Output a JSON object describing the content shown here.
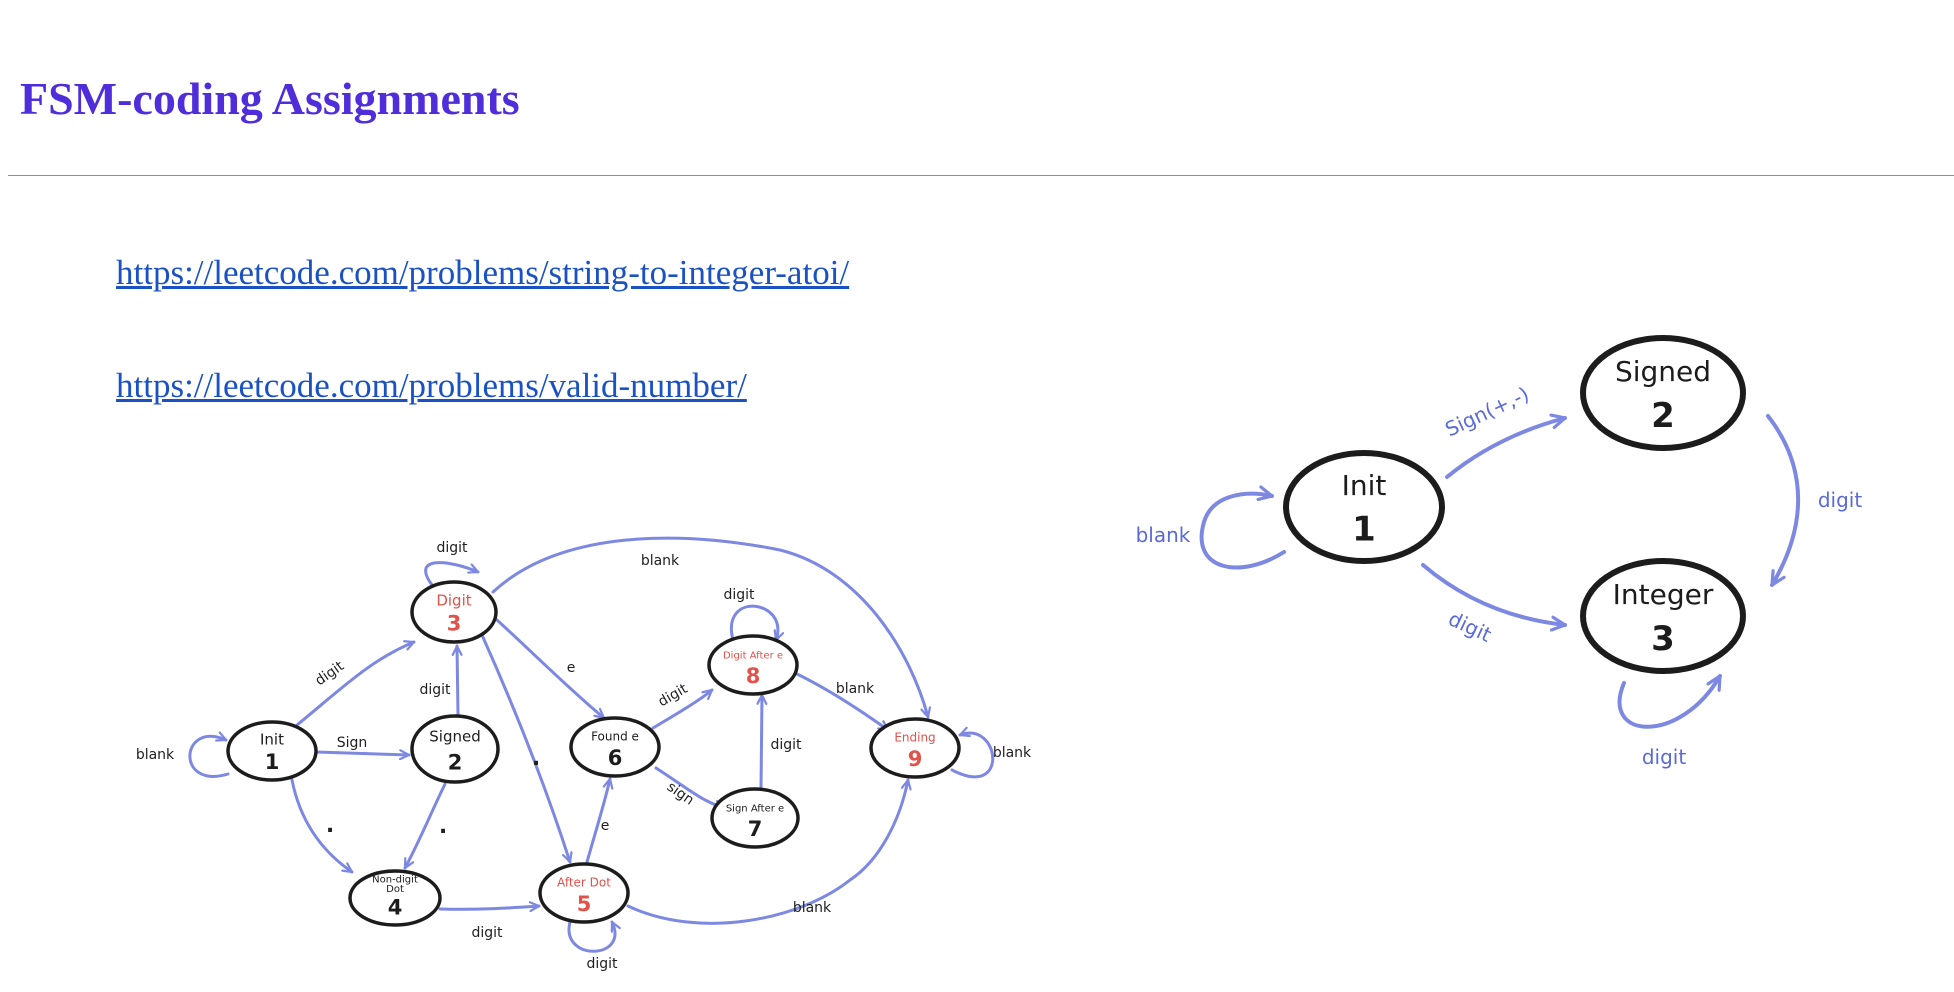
{
  "page": {
    "title": "FSM-coding Assignments",
    "links": [
      "https://leetcode.com/problems/string-to-integer-atoi/",
      "https://leetcode.com/problems/valid-number/"
    ]
  },
  "colors": {
    "title": "#4f2ddb",
    "link": "#1a52c4",
    "edge": "#7c88e2",
    "accent_state": "#e0524a",
    "node_stroke": "#1c1c1c"
  },
  "valid_number_fsm": {
    "states": [
      {
        "id": "1",
        "name": "Init",
        "number": "1",
        "accent": false
      },
      {
        "id": "2",
        "name": "Signed",
        "number": "2",
        "accent": false
      },
      {
        "id": "3",
        "name": "Digit",
        "number": "3",
        "accent": true
      },
      {
        "id": "4",
        "name": "Non-digit Dot",
        "number": "4",
        "accent": false
      },
      {
        "id": "5",
        "name": "After Dot",
        "number": "5",
        "accent": true
      },
      {
        "id": "6",
        "name": "Found e",
        "number": "6",
        "accent": false
      },
      {
        "id": "7",
        "name": "Sign After e",
        "number": "7",
        "accent": false
      },
      {
        "id": "8",
        "name": "Digit After e",
        "number": "8",
        "accent": true
      },
      {
        "id": "9",
        "name": "Ending",
        "number": "9",
        "accent": true
      }
    ],
    "transitions": [
      {
        "from": "1",
        "to": "1",
        "label": "blank"
      },
      {
        "from": "1",
        "to": "2",
        "label": "Sign"
      },
      {
        "from": "1",
        "to": "3",
        "label": "digit"
      },
      {
        "from": "1",
        "to": "4",
        "label": "."
      },
      {
        "from": "2",
        "to": "3",
        "label": "digit"
      },
      {
        "from": "2",
        "to": "4",
        "label": "."
      },
      {
        "from": "3",
        "to": "3",
        "label": "digit"
      },
      {
        "from": "3",
        "to": "5",
        "label": "."
      },
      {
        "from": "3",
        "to": "6",
        "label": "e"
      },
      {
        "from": "3",
        "to": "9",
        "label": "blank"
      },
      {
        "from": "4",
        "to": "5",
        "label": "digit"
      },
      {
        "from": "5",
        "to": "5",
        "label": "digit"
      },
      {
        "from": "5",
        "to": "6",
        "label": "e"
      },
      {
        "from": "5",
        "to": "9",
        "label": "blank"
      },
      {
        "from": "6",
        "to": "7",
        "label": "sign"
      },
      {
        "from": "6",
        "to": "8",
        "label": "digit"
      },
      {
        "from": "7",
        "to": "8",
        "label": "digit"
      },
      {
        "from": "8",
        "to": "8",
        "label": "digit"
      },
      {
        "from": "8",
        "to": "9",
        "label": "blank"
      },
      {
        "from": "9",
        "to": "9",
        "label": "blank"
      }
    ]
  },
  "atoi_fsm": {
    "states": [
      {
        "id": "1",
        "name": "Init",
        "number": "1"
      },
      {
        "id": "2",
        "name": "Signed",
        "number": "2"
      },
      {
        "id": "3",
        "name": "Integer",
        "number": "3"
      }
    ],
    "transitions": [
      {
        "from": "1",
        "to": "1",
        "label": "blank"
      },
      {
        "from": "1",
        "to": "2",
        "label": "Sign(+,-)"
      },
      {
        "from": "1",
        "to": "3",
        "label": "digit"
      },
      {
        "from": "2",
        "to": "3",
        "label": "digit"
      },
      {
        "from": "3",
        "to": "3",
        "label": "digit"
      }
    ]
  }
}
